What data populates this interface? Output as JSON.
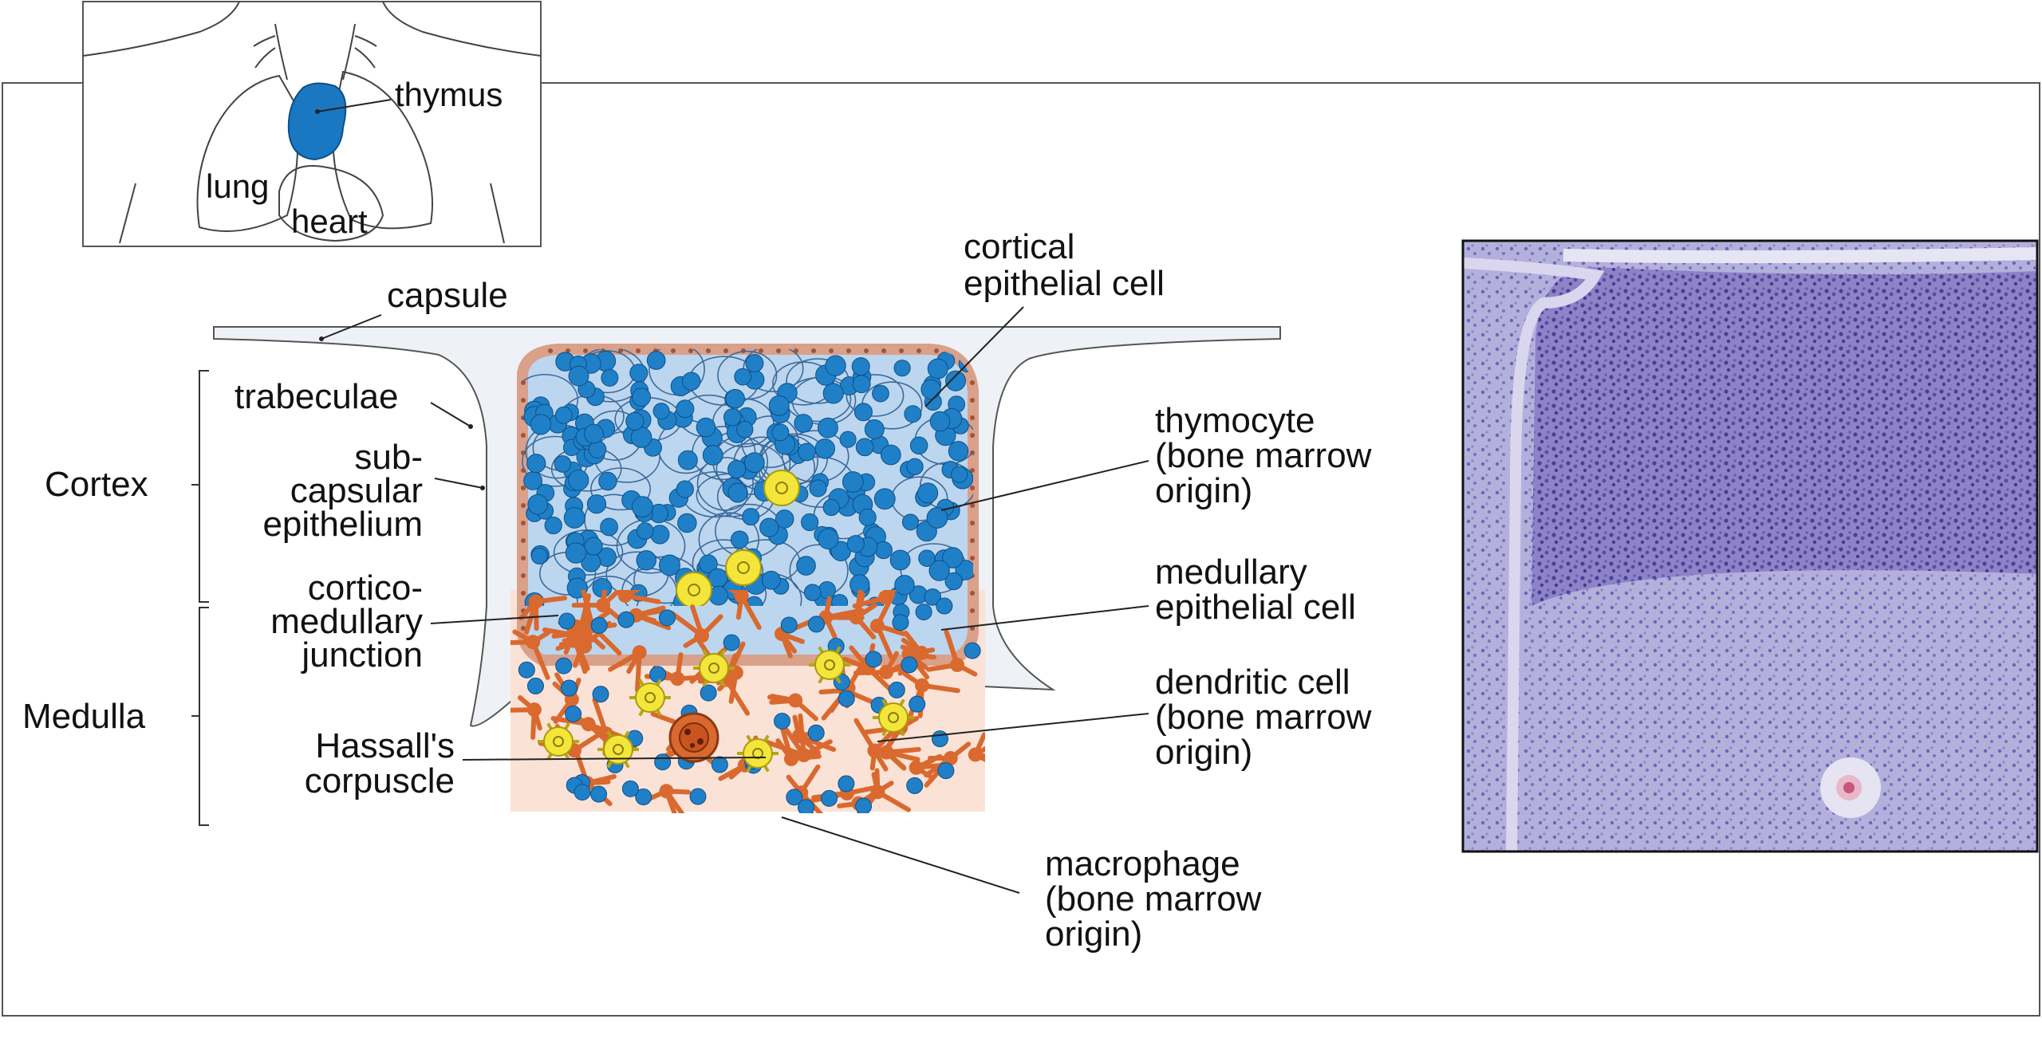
{
  "inset": {
    "thymus": "thymus",
    "lung": "lung",
    "heart": "heart"
  },
  "zones": {
    "cortex": "Cortex",
    "medulla": "Medulla"
  },
  "labels": {
    "capsule": "capsule",
    "trabeculae": "trabeculae",
    "subcapsular": [
      "sub-",
      "capsular",
      "epithelium"
    ],
    "corticomedullary": [
      "cortico-",
      "medullary",
      "junction"
    ],
    "hassall": [
      "Hassall's",
      "corpuscle"
    ],
    "cortical_epithelial": [
      "cortical",
      "epithelial cell"
    ],
    "thymocyte": [
      "thymocyte",
      "(bone marrow",
      "origin)"
    ],
    "medullary_epithelial": [
      "medullary",
      "epithelial cell"
    ],
    "dendritic": [
      "dendritic cell",
      "(bone marrow",
      "origin)"
    ],
    "macrophage": [
      "macrophage",
      "(bone marrow",
      "origin)"
    ]
  },
  "colors": {
    "thymus_blue": "#1a78c2",
    "thymocyte_blue": "#1f80c8",
    "cortex_fill": "#bcd6ef",
    "medulla_fill": "#fbe2d6",
    "epithelial_orange": "#d9692e",
    "dendritic_yellow": "#f4e53a",
    "micrograph_purple": "#6d5fb0"
  }
}
